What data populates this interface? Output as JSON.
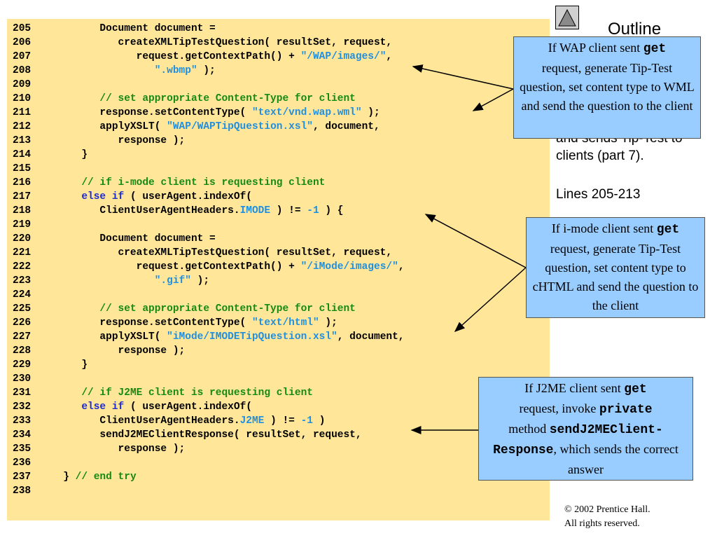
{
  "nav": {
    "up_icon": "triangle-up-icon"
  },
  "outline": {
    "title": "Outline",
    "occluded_line": "and sends Tip-Test to",
    "line2": "clients (part 7).",
    "line3": "Lines 205-213"
  },
  "callout_wap": {
    "t1": "If WAP client sent ",
    "m1": "get",
    "t2": "request, generate Tip-Test question, set content type to WML and send the question to the client"
  },
  "callout_imode": {
    "t1": "If i-mode client sent ",
    "m1": "get",
    "t2": "request, generate Tip-Test question, set content type to cHTML and send the question to the client"
  },
  "callout_j2me": {
    "t1": "If J2ME client sent ",
    "m1": "get",
    "t2": "request, invoke ",
    "m2": "private",
    "t3": "method ",
    "m3": "sendJ2MEClient-",
    "m4": "Response",
    "t4": ", which sends the correct answer"
  },
  "code": {
    "l205": {
      "n": "205",
      "c": "            Document document ="
    },
    "l206": {
      "n": "206",
      "c": "               createXMLTipTestQuestion( resultSet, request,"
    },
    "l207": {
      "n": "207",
      "a": "                  request.getContextPath() + ",
      "s": "\"/WAP/images/\"",
      "b": ","
    },
    "l208": {
      "n": "208",
      "a": "                     ",
      "s": "\".wbmp\"",
      "b": " );"
    },
    "l209": {
      "n": "209"
    },
    "l210": {
      "n": "210",
      "a": "            ",
      "m": "// set appropriate Content-Type for client"
    },
    "l211": {
      "n": "211",
      "a": "            response.setContentType( ",
      "s": "\"text/vnd.wap.wml\"",
      "b": " );"
    },
    "l212": {
      "n": "212",
      "a": "            applyXSLT( ",
      "s": "\"WAP/WAPTipQuestion.xsl\"",
      "b": ", document,"
    },
    "l213": {
      "n": "213",
      "c": "               response );"
    },
    "l214": {
      "n": "214",
      "c": "         }"
    },
    "l215": {
      "n": "215"
    },
    "l216": {
      "n": "216",
      "a": "         ",
      "m": "// if i-mode client is requesting client"
    },
    "l217": {
      "n": "217",
      "a": "         ",
      "k": "else if",
      "b": " ( userAgent.indexOf("
    },
    "l218": {
      "n": "218",
      "a": "            ClientUserAgentHeaders.",
      "s": "IMODE",
      "b": " ) != ",
      "s2": "-1",
      "b2": " ) {"
    },
    "l219": {
      "n": "219"
    },
    "l220": {
      "n": "220",
      "c": "            Document document ="
    },
    "l221": {
      "n": "221",
      "c": "               createXMLTipTestQuestion( resultSet, request,"
    },
    "l222": {
      "n": "222",
      "a": "                  request.getContextPath() + ",
      "s": "\"/iMode/images/\"",
      "b": ","
    },
    "l223": {
      "n": "223",
      "a": "                     ",
      "s": "\".gif\"",
      "b": " );"
    },
    "l224": {
      "n": "224"
    },
    "l225": {
      "n": "225",
      "a": "            ",
      "m": "// set appropriate Content-Type for client"
    },
    "l226": {
      "n": "226",
      "a": "            response.setContentType( ",
      "s": "\"text/html\"",
      "b": " );"
    },
    "l227": {
      "n": "227",
      "a": "            applyXSLT( ",
      "s": "\"iMode/IMODETipQuestion.xsl\"",
      "b": ", document,"
    },
    "l228": {
      "n": "228",
      "c": "               response );"
    },
    "l229": {
      "n": "229",
      "c": "         }"
    },
    "l230": {
      "n": "230"
    },
    "l231": {
      "n": "231",
      "a": "         ",
      "m": "// if J2ME client is requesting client"
    },
    "l232": {
      "n": "232",
      "a": "         ",
      "k": "else if",
      "b": " ( userAgent.indexOf("
    },
    "l233": {
      "n": "233",
      "a": "            ClientUserAgentHeaders.",
      "s": "J2ME",
      "b": " ) != ",
      "s2": "-1",
      "b2": " )"
    },
    "l234": {
      "n": "234",
      "c": "            sendJ2MEClientResponse( resultSet, request,"
    },
    "l235": {
      "n": "235",
      "c": "               response );"
    },
    "l236": {
      "n": "236"
    },
    "l237": {
      "n": "237",
      "a": "      } ",
      "m": "// end try"
    },
    "l238": {
      "n": "238"
    }
  },
  "copyright": {
    "symbol": "©",
    "line1": " 2002 Prentice Hall.",
    "line2": "All rights reserved."
  }
}
